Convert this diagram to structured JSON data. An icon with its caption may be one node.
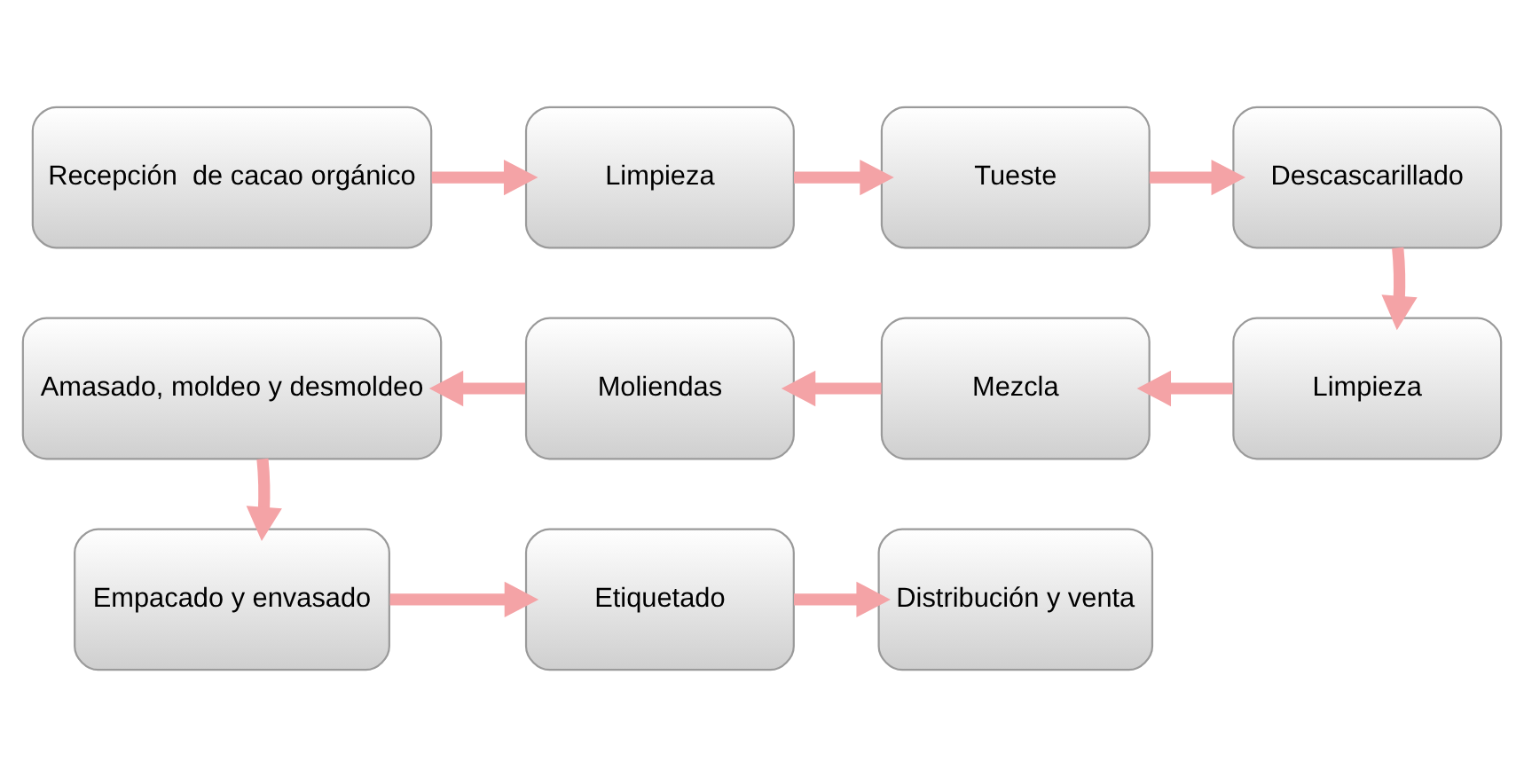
{
  "diagram": {
    "nodes": [
      {
        "text": [
          "Recepción  de cacao orgánico"
        ]
      },
      {
        "text": [
          "Limpieza"
        ]
      },
      {
        "text": [
          "Tueste"
        ]
      },
      {
        "text": [
          "Descascarillado"
        ]
      },
      {
        "text": [
          "Limpieza"
        ]
      },
      {
        "text": [
          "Mezcla"
        ]
      },
      {
        "text": [
          "Moliendas"
        ]
      },
      {
        "text": [
          "Amasado, moldeo y desmoldeo"
        ]
      },
      {
        "text": [
          "Empacado y envasado"
        ]
      },
      {
        "text": [
          "Etiquetado"
        ]
      },
      {
        "text": [
          "Distribución y venta"
        ]
      }
    ],
    "edges": [
      {
        "from": 0,
        "to": 1,
        "arrow": "to"
      },
      {
        "from": 1,
        "to": 2,
        "arrow": "to"
      },
      {
        "from": 2,
        "to": 3,
        "arrow": "to"
      },
      {
        "from": 3,
        "to": 4,
        "arrow": "to"
      },
      {
        "from": 4,
        "to": 5,
        "arrow": "to"
      },
      {
        "from": 5,
        "to": 6,
        "arrow": "to"
      },
      {
        "from": 6,
        "to": 7,
        "arrow": "to"
      },
      {
        "from": 7,
        "to": 8,
        "arrow": "to"
      },
      {
        "from": 8,
        "to": 9,
        "arrow": "to"
      },
      {
        "from": 9,
        "to": 10,
        "arrow": "to"
      }
    ]
  }
}
